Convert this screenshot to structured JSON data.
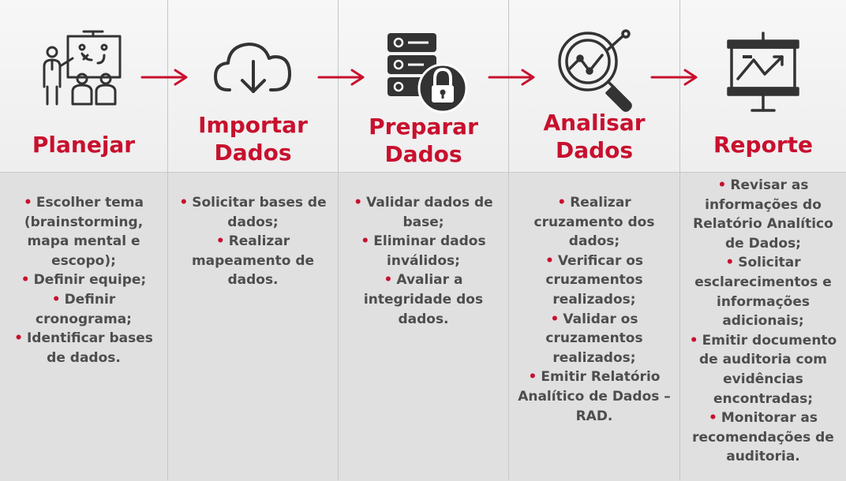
{
  "steps": [
    {
      "title": [
        "Planejar"
      ],
      "icon": "planning-meeting-icon",
      "bullets": [
        "Escolher tema (brainstorming, mapa mental e escopo);",
        "Definir equipe;",
        "Definir cronograma;",
        "Identificar bases de dados."
      ]
    },
    {
      "title": [
        "Importar",
        "Dados"
      ],
      "icon": "cloud-download-icon",
      "bullets": [
        "Solicitar bases de dados;",
        "Realizar mapeamento de dados."
      ]
    },
    {
      "title": [
        "Preparar",
        "Dados"
      ],
      "icon": "database-lock-icon",
      "bullets": [
        "Validar dados de base;",
        "Eliminar dados inválidos;",
        "Avaliar a integridade dos dados."
      ]
    },
    {
      "title": [
        "Analisar",
        "Dados"
      ],
      "icon": "magnifier-analytics-icon",
      "bullets": [
        "Realizar cruzamento dos dados;",
        "Verificar os cruzamentos realizados;",
        "Validar os cruzamentos realizados;",
        "Emitir Relatório Analítico de Dados – RAD."
      ]
    },
    {
      "title": [
        "Reporte"
      ],
      "icon": "presentation-board-icon",
      "bullets": [
        "Revisar as informações do Relatório Analítico de Dados;",
        "Solicitar esclarecimentos e informações adicionais;",
        "Emitir documento de auditoria com evidências encontradas;",
        "Monitorar as recomendações de auditoria."
      ]
    }
  ],
  "colors": {
    "accent": "#c8102e",
    "text": "#4d4d4d",
    "icon": "#333333",
    "top_band": "#f2f2f2",
    "bottom_band": "#e0e0e0"
  }
}
